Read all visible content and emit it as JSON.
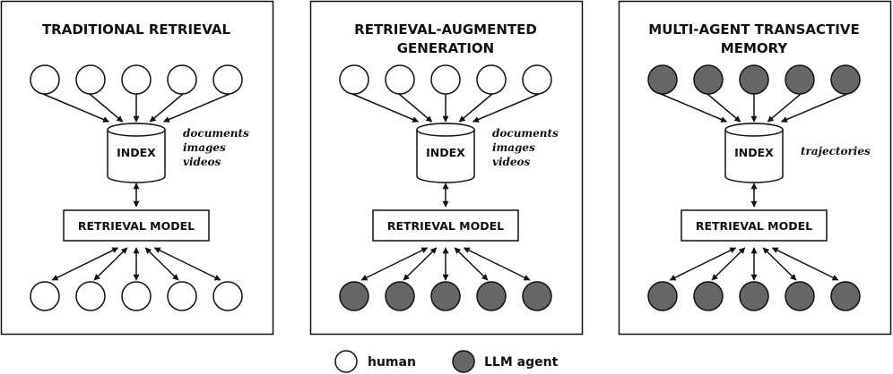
{
  "colors": {
    "human_fill": "#ffffff",
    "agent_fill": "#666666",
    "stroke": "#111111"
  },
  "panels": [
    {
      "title_lines": [
        "TRADITIONAL RETRIEVAL"
      ],
      "index_label": "INDEX",
      "model_label": "RETRIEVAL MODEL",
      "notes": [
        "documents",
        "images",
        "videos"
      ],
      "top_nodes": "human",
      "bottom_nodes": "human"
    },
    {
      "title_lines": [
        "RETRIEVAL-AUGMENTED",
        "GENERATION"
      ],
      "index_label": "INDEX",
      "model_label": "RETRIEVAL MODEL",
      "notes": [
        "documents",
        "images",
        "videos"
      ],
      "top_nodes": "human",
      "bottom_nodes": "agent"
    },
    {
      "title_lines": [
        "MULTI-AGENT TRANSACTIVE",
        "MEMORY"
      ],
      "index_label": "INDEX",
      "model_label": "RETRIEVAL MODEL",
      "notes": [
        "trajectories"
      ],
      "top_nodes": "agent",
      "bottom_nodes": "agent"
    }
  ],
  "legend": {
    "human_label": "human",
    "agent_label": "LLM agent"
  }
}
